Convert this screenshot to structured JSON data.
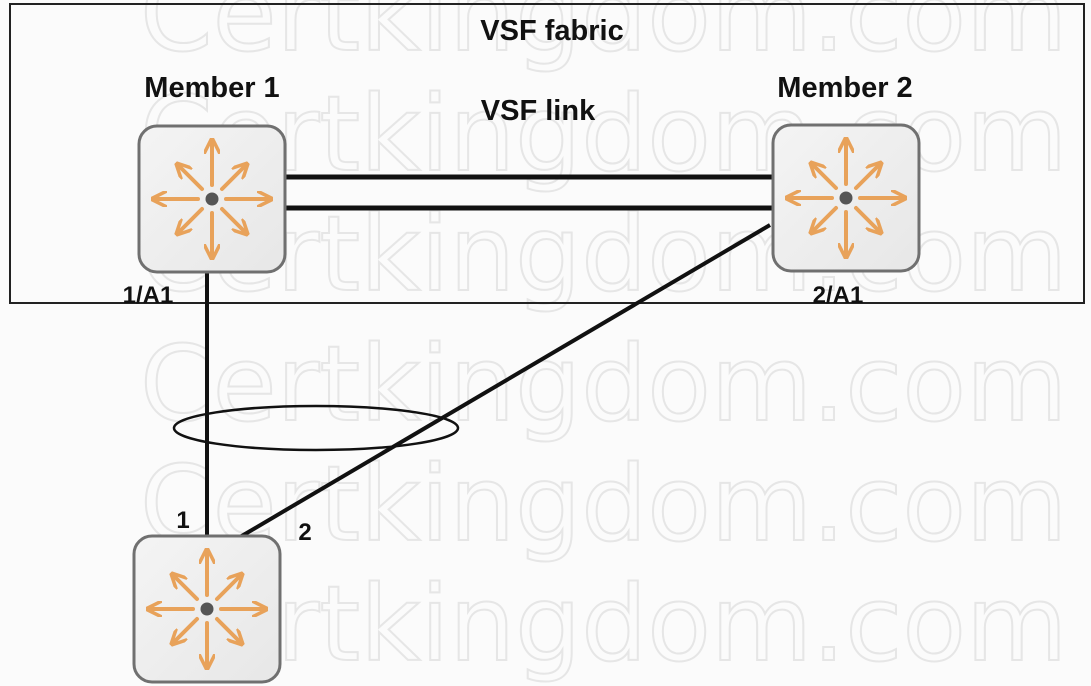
{
  "fabric": {
    "title": "VSF fabric",
    "link_label": "VSF link"
  },
  "members": [
    {
      "name": "Member 1",
      "port": "1/A1"
    },
    {
      "name": "Member 2",
      "port": "2/A1"
    }
  ],
  "downstream": {
    "ports": [
      "1",
      "2"
    ]
  },
  "watermark": "Certkingdom.com",
  "colors": {
    "switch_arrows": "#e8a25a",
    "switch_center": "#555555",
    "switch_border": "#707070",
    "line": "#111111"
  },
  "icons": {
    "switch": "switch-icon"
  }
}
